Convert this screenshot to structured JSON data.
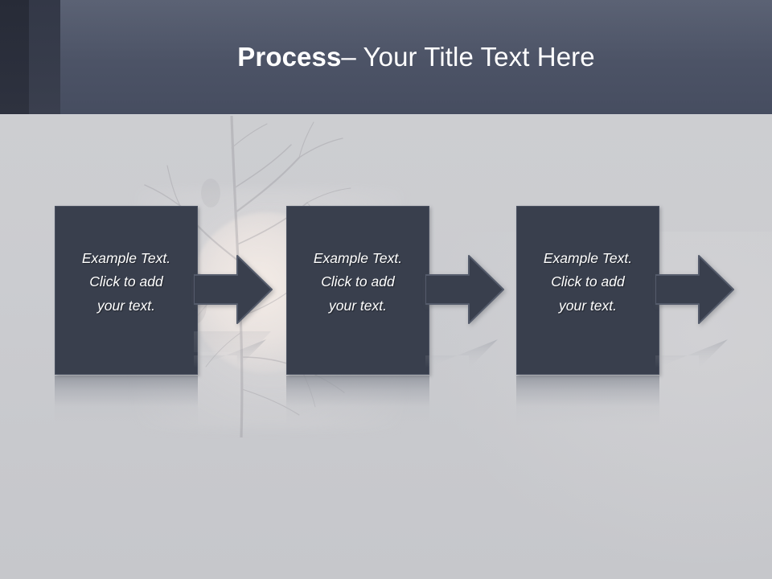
{
  "slide": {
    "theme_colors": {
      "header_bg": "#4d5467",
      "header_band_dark": "#272b37",
      "header_band_mid": "#333847",
      "body_bg": "#c9cacd",
      "shape_fill": "#393f4d",
      "shape_border": "#4a5161",
      "title_text": "#ffffff",
      "shape_text": "#ffffff"
    }
  },
  "header": {
    "title_strong": "Process",
    "title_rest": " – Your Title Text Here",
    "title_full": "Process – Your Title Text Here"
  },
  "diagram": {
    "type": "process-flow",
    "direction": "left-to-right",
    "step_count": 3,
    "arrow_count": 3,
    "steps": [
      {
        "index": 1,
        "line1": "Example Text.",
        "line2": "Click  to add",
        "line3": "your text.",
        "arrow_label": "arrow-right"
      },
      {
        "index": 2,
        "line1": "Example Text.",
        "line2": "Click  to add",
        "line3": "your text.",
        "arrow_label": "arrow-right"
      },
      {
        "index": 3,
        "line1": "Example Text.",
        "line2": "Click  to add",
        "line3": "your text.",
        "arrow_label": "arrow-right"
      }
    ]
  }
}
